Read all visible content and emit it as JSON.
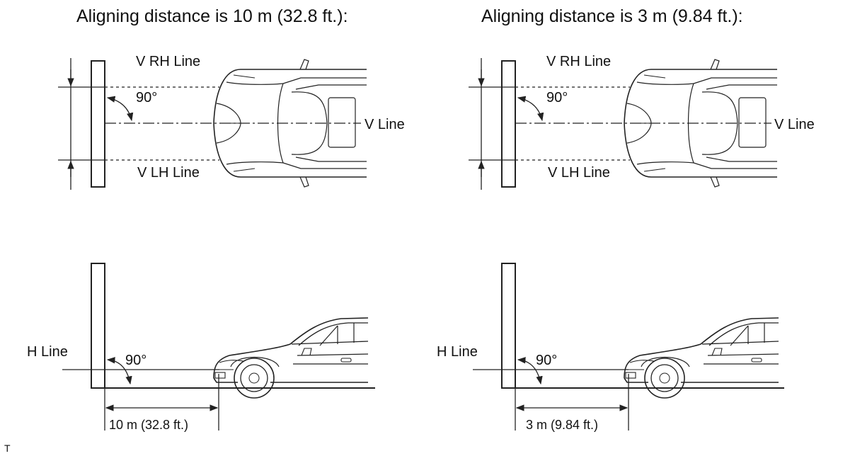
{
  "left": {
    "title": "Aligning distance is 10 m (32.8 ft.):",
    "v_rh_line": "V RH Line",
    "v_lh_line": "V LH Line",
    "v_line": "V Line",
    "angle_top": "90°",
    "h_line": "H Line",
    "angle_bottom": "90°",
    "distance": "10 m (32.8 ft.)"
  },
  "right": {
    "title": "Aligning distance is 3 m (9.84 ft.):",
    "v_rh_line": "V RH Line",
    "v_lh_line": "V LH Line",
    "v_line": "V Line",
    "angle_top": "90°",
    "h_line": "H Line",
    "angle_bottom": "90°",
    "distance": "3 m (9.84 ft.)"
  },
  "corner_mark": "T",
  "colors": {
    "line": "#222222",
    "background": "#ffffff"
  }
}
